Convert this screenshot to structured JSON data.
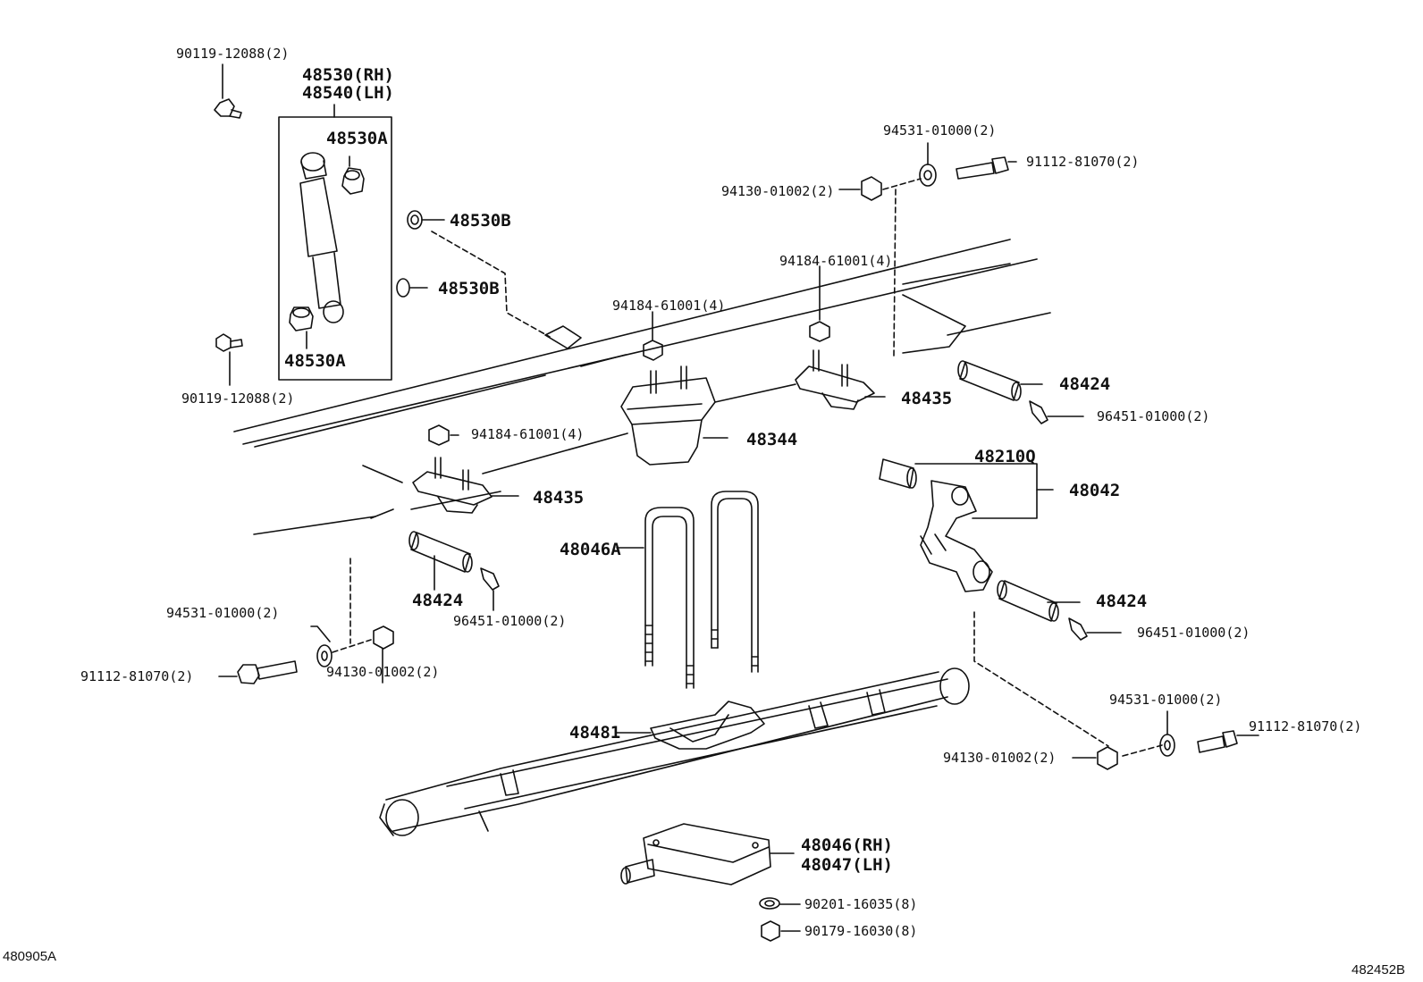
{
  "diagram": {
    "labels": {
      "l01": "90119-12088(2)",
      "l02": "48530(RH)",
      "l03": "48540(LH)",
      "l04": "48530A",
      "l05": "48530B",
      "l06": "48530B",
      "l07": "48530A",
      "l08": "90119-12088(2)",
      "l09": "94531-01000(2)",
      "l10": "91112-81070(2)",
      "l11": "94130-01002(2)",
      "l12": "94184-61001(4)",
      "l13": "94184-61001(4)",
      "l14": "48424",
      "l15": "48435",
      "l16": "96451-01000(2)",
      "l17": "48344",
      "l18": "94184-61001(4)",
      "l19": "48210Q",
      "l20": "48435",
      "l21": "48042",
      "l22": "48046A",
      "l23": "48424",
      "l24": "48424",
      "l25": "96451-01000(2)",
      "l26": "94531-01000(2)",
      "l27": "96451-01000(2)",
      "l28": "91112-81070(2)",
      "l29": "94130-01002(2)",
      "l30": "94531-01000(2)",
      "l31": "91112-81070(2)",
      "l32": "48481",
      "l33": "94130-01002(2)",
      "l34": "48046(RH)",
      "l35": "48047(LH)",
      "l36": "90201-16035(8)",
      "l37": "90179-16030(8)"
    },
    "footer_left": "480905A",
    "footer_right": "482452B"
  }
}
